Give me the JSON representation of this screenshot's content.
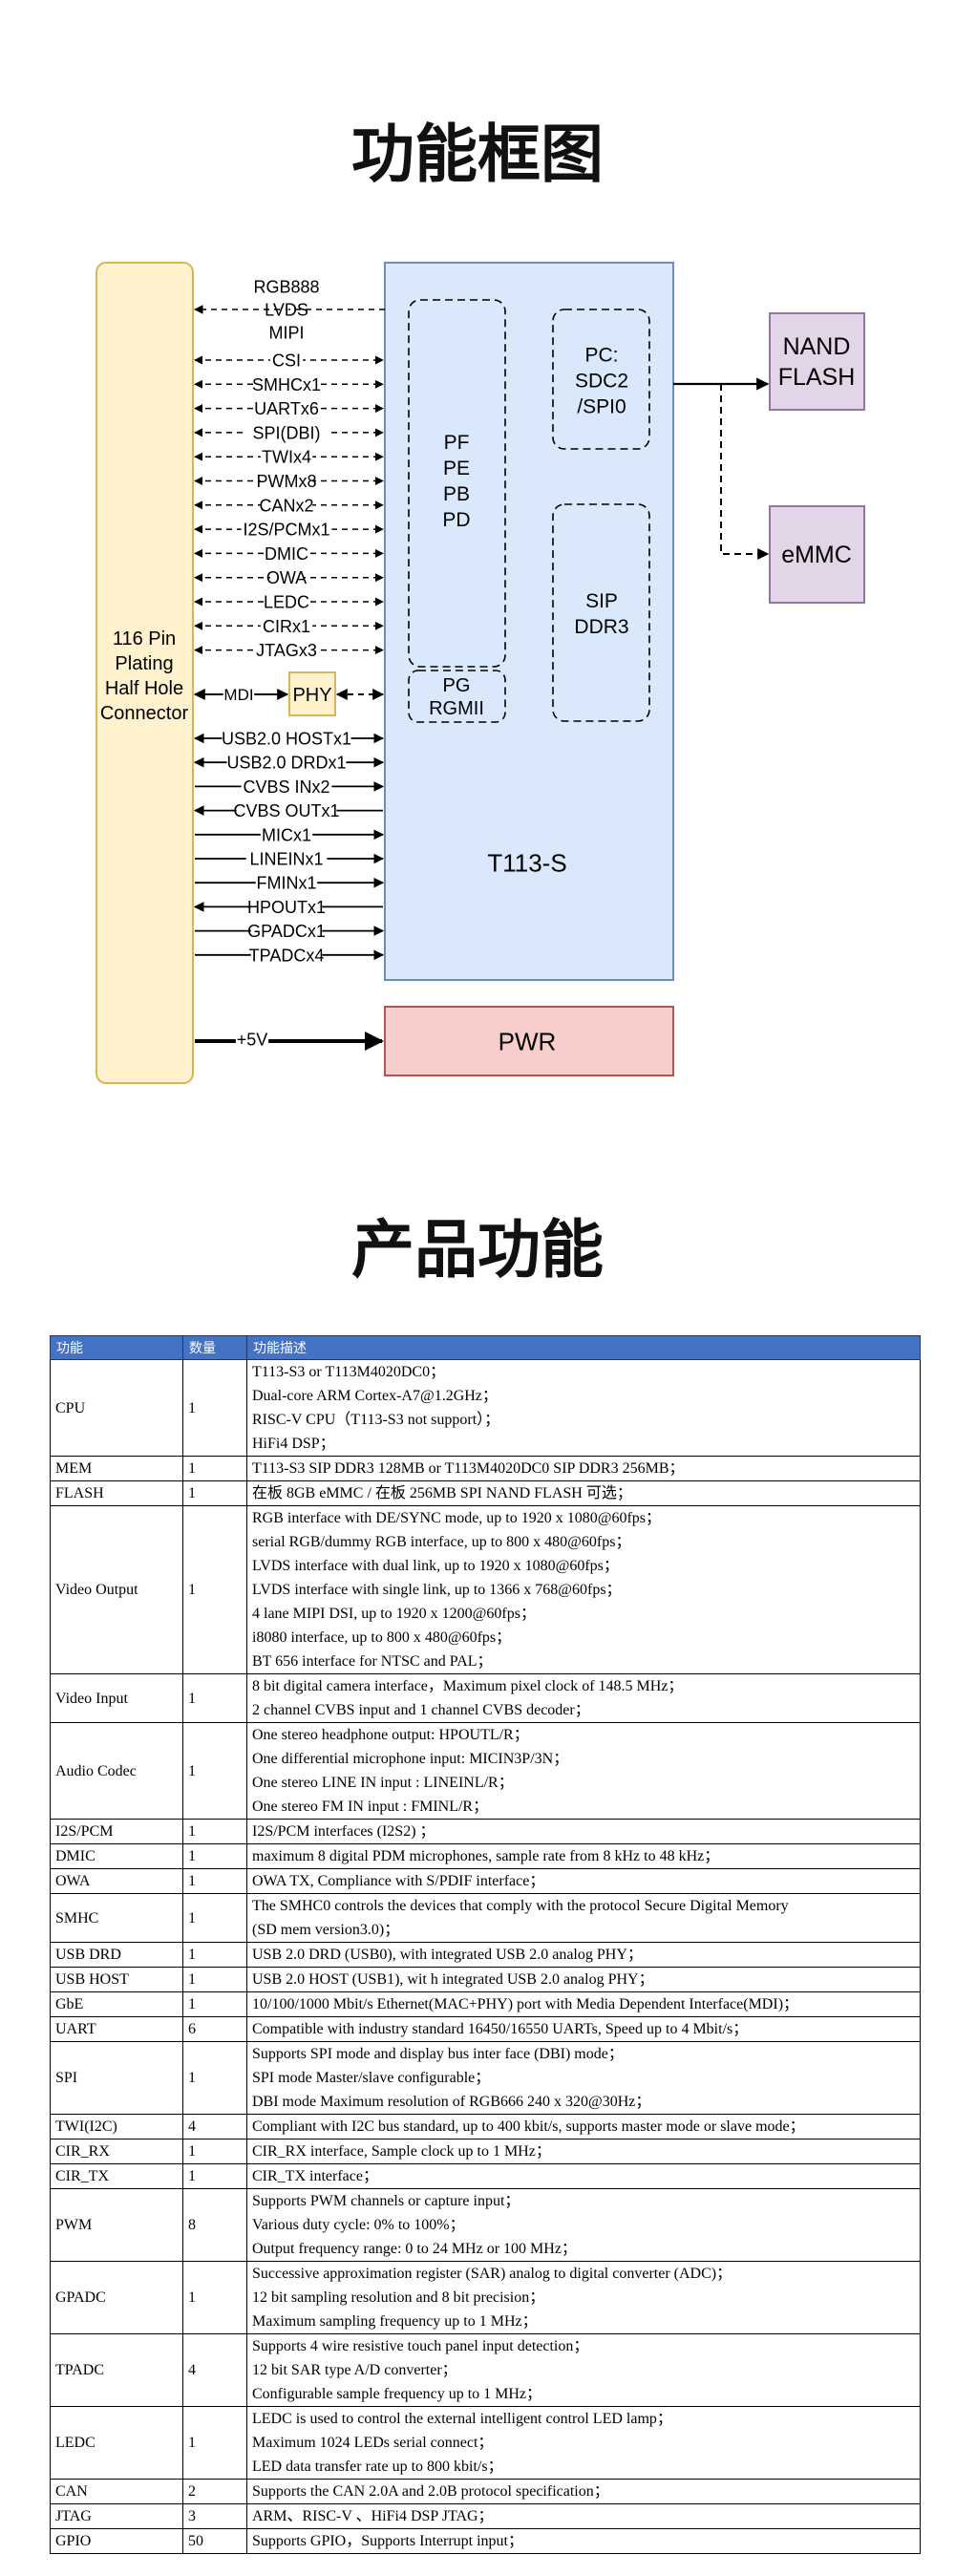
{
  "titles": {
    "block_diagram": "功能框图",
    "product_features": "产品功能"
  },
  "diagram": {
    "connector": "116 Pin\nPlating\nHalf Hole\nConnector",
    "chip": "T113-S",
    "pwr": "PWR",
    "nand": "NAND\nFLASH",
    "emmc": "eMMC",
    "phy": "PHY",
    "mdi": "MDI",
    "plus5v": "+5V",
    "groups": {
      "pf": "PF\nPE\nPB\nPD",
      "pc": "PC:\nSDC2\n/SPI0",
      "sip": "SIP\nDDR3",
      "pg": "PG\nRGMII"
    },
    "rgb": "RGB888\nLVDS\nMIPI",
    "dashed_signals": [
      "CSI",
      "SMHCx1",
      "UARTx6",
      "SPI(DBI)",
      "TWIx4",
      "PWMx8",
      "CANx2",
      "I2S/PCMx1",
      "DMIC",
      "OWA",
      "LEDC",
      "CIRx1",
      "JTAGx3"
    ],
    "solid_signals": [
      "USB2.0 HOSTx1",
      "USB2.0 DRDx1",
      "CVBS INx2",
      "CVBS OUTx1",
      "MICx1",
      "LINEINx1",
      "FMINx1",
      "HPOUTx1",
      "GPADCx1",
      "TPADCx4"
    ],
    "colors": {
      "connector_fill": "#fff2cc",
      "connector_border": "#d6b656",
      "chip_fill": "#dae8fc",
      "chip_border": "#6c8ebf",
      "pwr_fill": "#f8cecc",
      "pwr_border": "#b85450",
      "mem_fill": "#e1d5e7",
      "mem_border": "#9673a6"
    }
  },
  "table": {
    "header": [
      "功能",
      "数量",
      "功能描述"
    ],
    "rows": [
      {
        "name": "CPU",
        "qty": "1",
        "desc": [
          "T113-S3 or T113M4020DC0；",
          "Dual-core ARM Cortex-A7@1.2GHz；",
          "RISC-V CPU（T113-S3 not support）；",
          "HiFi4 DSP；"
        ]
      },
      {
        "name": "MEM",
        "qty": "1",
        "desc": [
          "T113-S3 SIP DDR3 128MB or T113M4020DC0 SIP DDR3 256MB；"
        ]
      },
      {
        "name": "FLASH",
        "qty": "1",
        "desc": [
          "在板 8GB eMMC / 在板 256MB SPI NAND FLASH 可选；"
        ]
      },
      {
        "name": "Video Output",
        "qty": "1",
        "desc": [
          "RGB interface with DE/SYNC mode, up to 1920 x 1080@60fps；",
          "serial RGB/dummy RGB interface, up to 800 x 480@60fps；",
          "LVDS interface with dual link, up to 1920 x 1080@60fps；",
          "LVDS interface with single link, up to 1366 x 768@60fps；",
          "4 lane MIPI DSI, up to 1920 x 1200@60fps；",
          "i8080 interface, up to 800 x 480@60fps；",
          "BT 656 interface for NTSC and PAL；"
        ]
      },
      {
        "name": "Video Input",
        "qty": "1",
        "desc": [
          "8 bit digital camera interface，Maximum pixel clock of 148.5 MHz；",
          "2 channel CVBS input and 1 channel CVBS decoder；"
        ]
      },
      {
        "name": "Audio Codec",
        "qty": "1",
        "desc": [
          "One stereo headphone output: HPOUTL/R；",
          "One differential microphone input: MICIN3P/3N；",
          "One stereo LINE IN input : LINEINL/R；",
          "One stereo FM IN input : FMINL/R；"
        ]
      },
      {
        "name": "I2S/PCM",
        "qty": "1",
        "desc": [
          "I2S/PCM interfaces (I2S2) ；"
        ]
      },
      {
        "name": "DMIC",
        "qty": "1",
        "desc": [
          "maximum 8 digital PDM microphones, sample rate from 8 kHz to 48 kHz；"
        ]
      },
      {
        "name": "OWA",
        "qty": "1",
        "desc": [
          "OWA TX, Compliance with S/PDIF interface；"
        ]
      },
      {
        "name": "SMHC",
        "qty": "1",
        "desc": [
          "The SMHC0 controls the devices that comply with the protocol Secure Digital Memory",
          "(SD mem version3.0)；"
        ]
      },
      {
        "name": "USB DRD",
        "qty": "1",
        "desc": [
          "USB 2.0 DRD (USB0), with integrated USB 2.0 analog PHY；"
        ]
      },
      {
        "name": "USB HOST",
        "qty": "1",
        "desc": [
          "USB 2.0 HOST (USB1), wit h integrated USB 2.0 analog PHY；"
        ]
      },
      {
        "name": "GbE",
        "qty": "1",
        "desc": [
          "10/100/1000 Mbit/s Ethernet(MAC+PHY) port with Media Dependent Interface(MDI)；"
        ]
      },
      {
        "name": "UART",
        "qty": "6",
        "desc": [
          "Compatible with industry standard 16450/16550 UARTs, Speed up to 4 Mbit/s；"
        ]
      },
      {
        "name": "SPI",
        "qty": "1",
        "desc": [
          "Supports SPI mode and display bus inter face (DBI) mode；",
          "SPI mode Master/slave configurable；",
          "DBI mode Maximum resolution of RGB666 240 x 320@30Hz；"
        ]
      },
      {
        "name": "TWI(I2C)",
        "qty": "4",
        "desc": [
          "Compliant with I2C bus standard, up to 400 kbit/s, supports master mode or slave mode；"
        ]
      },
      {
        "name": "CIR_RX",
        "qty": "1",
        "desc": [
          "CIR_RX interface, Sample clock up to 1 MHz；"
        ]
      },
      {
        "name": "CIR_TX",
        "qty": "1",
        "desc": [
          "CIR_TX interface；"
        ]
      },
      {
        "name": "PWM",
        "qty": "8",
        "desc": [
          "Supports PWM channels or capture input；",
          "Various duty cycle: 0% to 100%；",
          "Output frequency range: 0 to 24 MHz or 100 MHz；"
        ]
      },
      {
        "name": "GPADC",
        "qty": "1",
        "desc": [
          "Successive approximation register (SAR) analog to digital converter (ADC)；",
          "12 bit sampling resolution and 8 bit precision；",
          "Maximum sampling frequency up to 1 MHz；"
        ]
      },
      {
        "name": "TPADC",
        "qty": "4",
        "desc": [
          "Supports 4 wire resistive touch panel input detection；",
          "12 bit SAR type A/D converter；",
          "Configurable sample frequency up to 1 MHz；"
        ]
      },
      {
        "name": "LEDC",
        "qty": "1",
        "desc": [
          "LEDC is used to control the external intelligent control LED lamp；",
          "Maximum 1024 LEDs serial connect；",
          "LED data transfer rate up to 800 kbit/s；"
        ]
      },
      {
        "name": "CAN",
        "qty": "2",
        "desc": [
          "Supports the CAN 2.0A and 2.0B protocol specification；"
        ]
      },
      {
        "name": "JTAG",
        "qty": "3",
        "desc": [
          "ARM、RISC-V 、HiFi4 DSP JTAG；"
        ]
      },
      {
        "name": "GPIO",
        "qty": "50",
        "desc": [
          "Supports GPIO，Supports Interrupt input；"
        ]
      }
    ]
  }
}
